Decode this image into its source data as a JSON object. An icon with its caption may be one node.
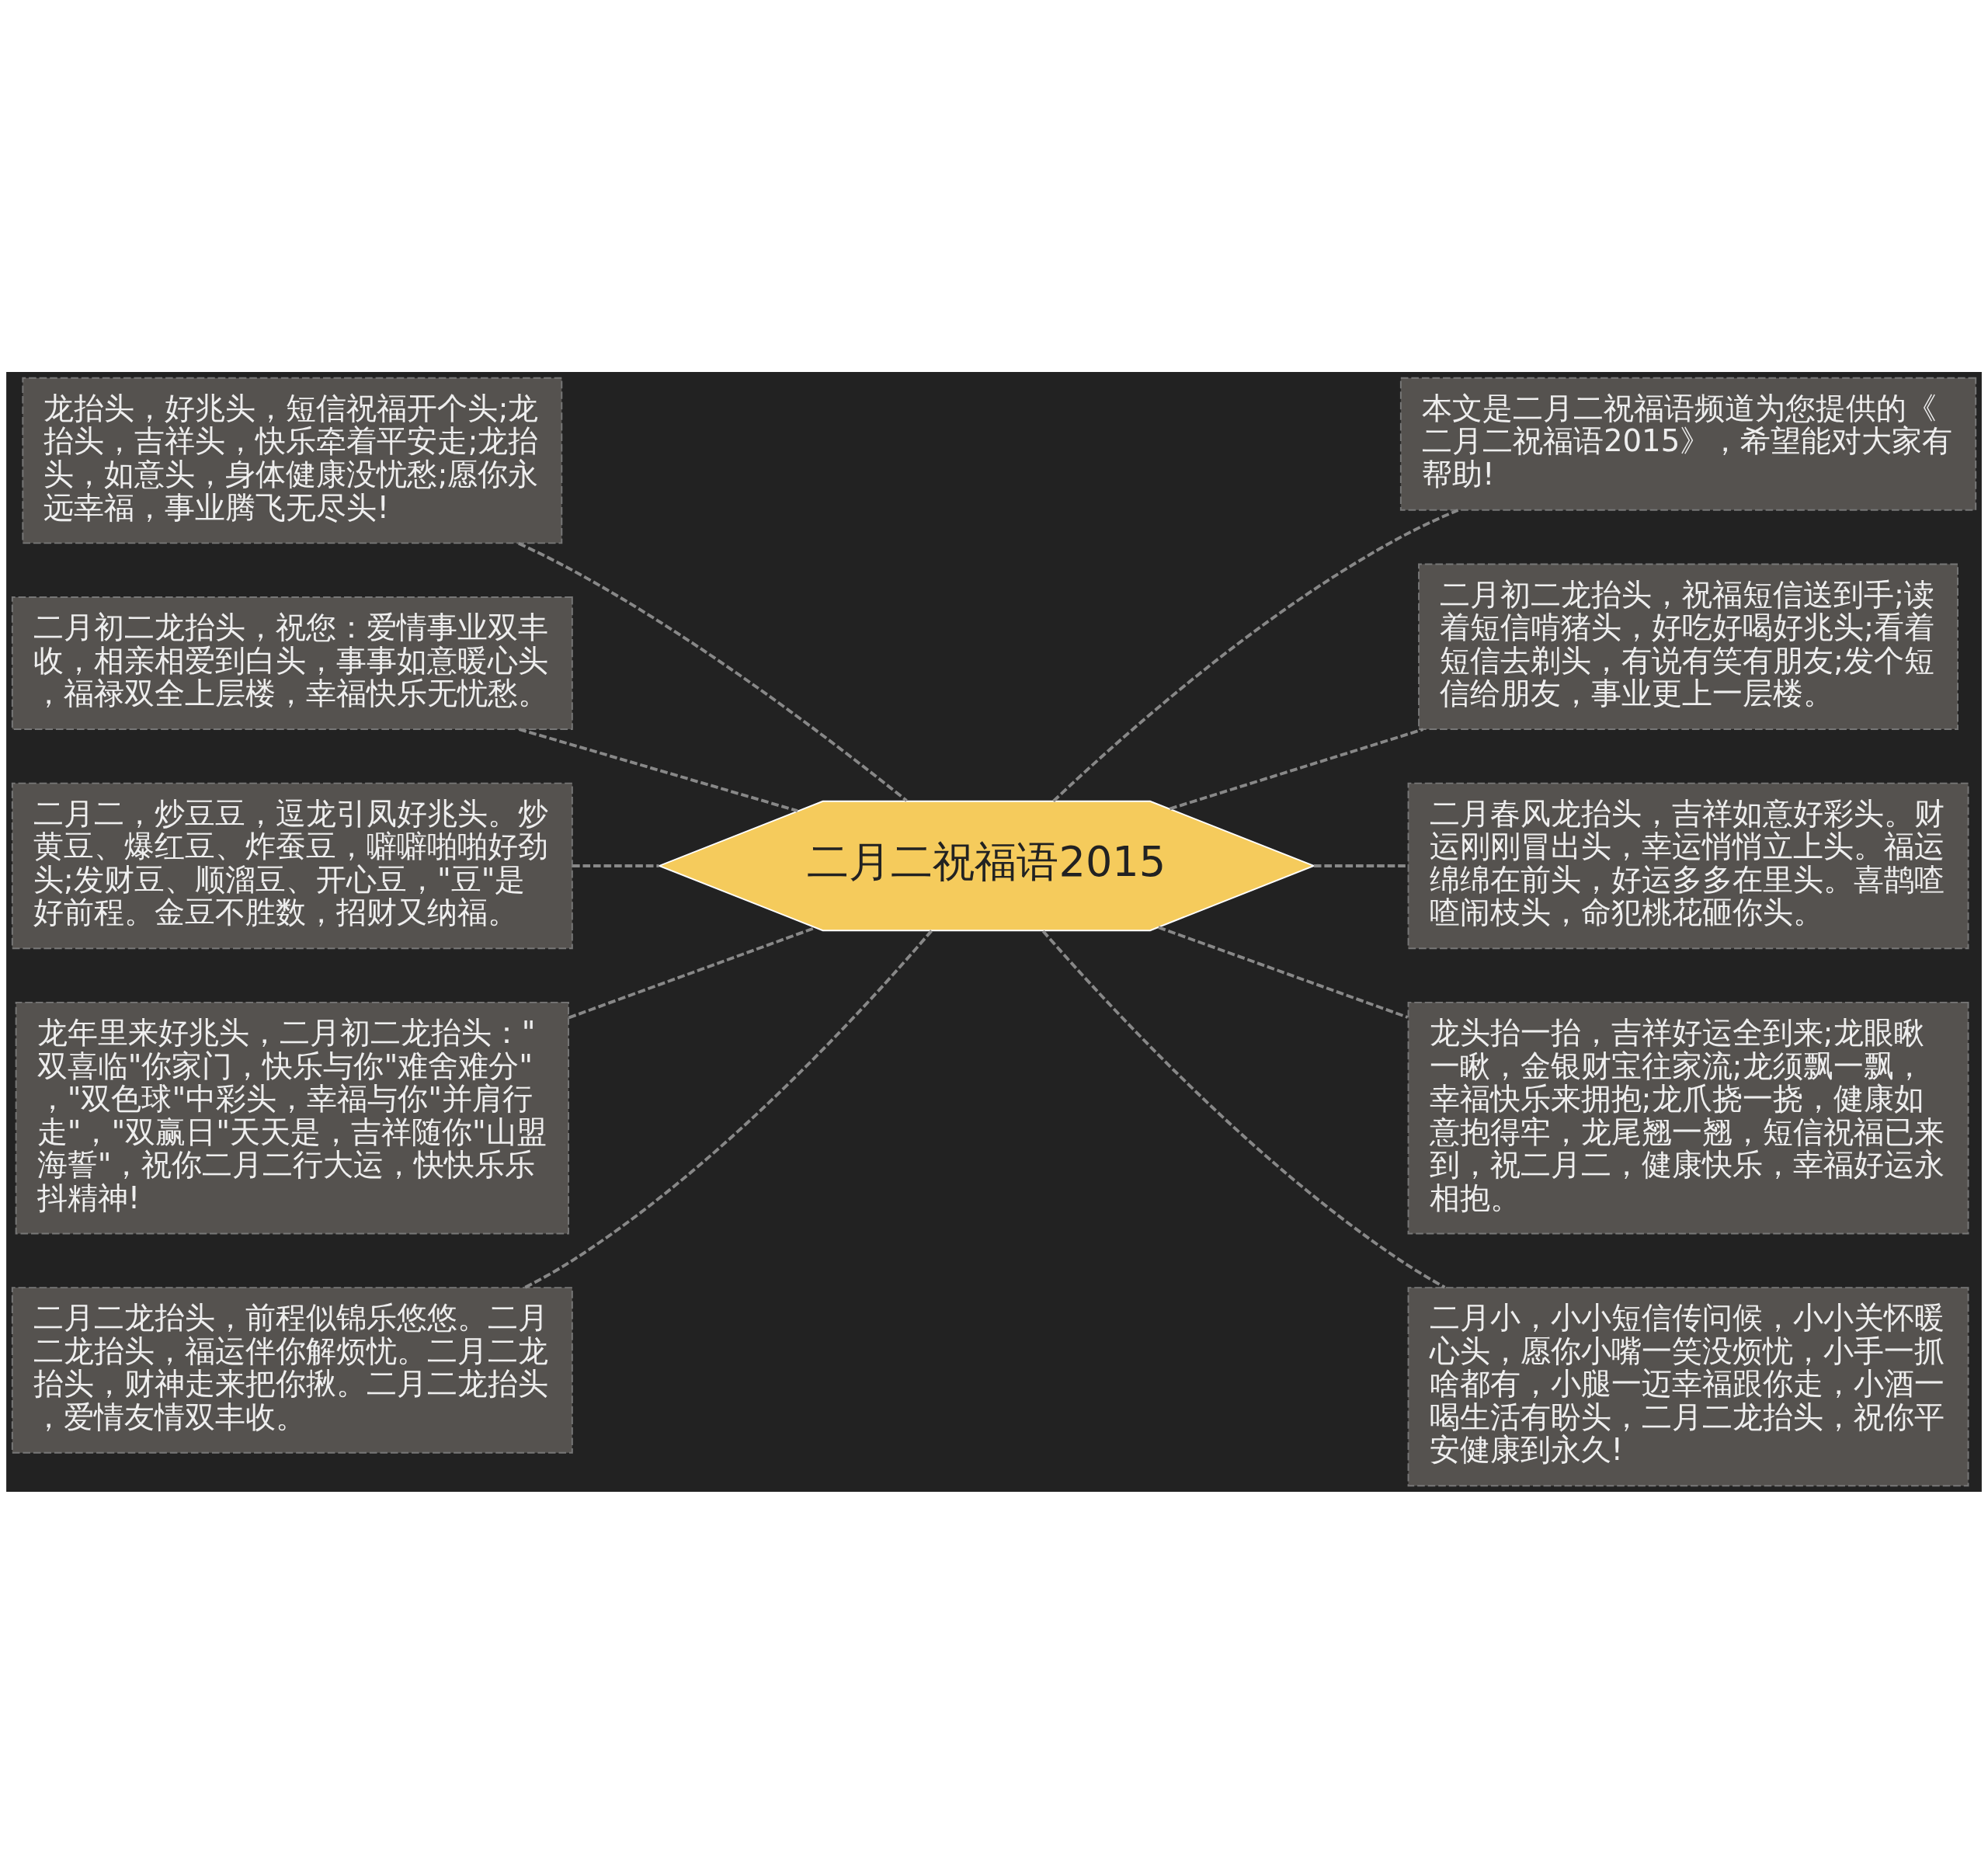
{
  "diagram": {
    "nodes": [
      {
        "text": [
          "二月二祝福语2015"
        ]
      },
      {
        "text": [
          "龙抬头，好兆头，短信祝福开个头;龙抬头，吉祥头，快乐牵着平安走;龙抬头，如意头，身体健康没忧愁;愿你永远幸福，事业腾飞无尽头!"
        ]
      },
      {
        "text": [
          "二月初二龙抬头，祝您：爱情事业双丰收，相亲相爱到白头，事事如意暖心头，福禄双全上层楼，幸福快乐无忧愁。"
        ]
      },
      {
        "text": [
          "二月二，炒豆豆，逗龙引凤好兆头。炒黄豆、爆红豆、炸蚕豆，噼噼啪啪好劲头;发财豆、顺溜豆、开心豆，\"豆\"是好前程。金豆不胜数，招财又纳福。"
        ]
      },
      {
        "text": [
          "龙年里来好兆头，二月初二龙抬头：\"双喜临\"你家门，快乐与你\"难舍难分\"，\"双色球\"中彩头，幸福与你\"并肩行走\"，\"双赢日\"天天是，吉祥随你\"山盟海誓\"，祝你二月二行大运，快快乐乐抖精神!"
        ]
      },
      {
        "text": [
          "二月二龙抬头，前程似锦乐悠悠。二月二龙抬头，福运伴你解烦忧。二月二龙抬头，财神走来把你揪。二月二龙抬头，爱情友情双丰收。"
        ]
      },
      {
        "text": [
          "本文是二月二祝福语频道为您提供的《二月二祝福语2015》，希望能对大家有帮助!"
        ]
      },
      {
        "text": [
          "二月初二龙抬头，祝福短信送到手;读着短信啃猪头，好吃好喝好兆头;看着短信去剃头，有说有笑有朋友;发个短信给朋友，事业更上一层楼。"
        ]
      },
      {
        "text": [
          "二月春风龙抬头，吉祥如意好彩头。财运刚刚冒出头，幸运悄悄立上头。福运绵绵在前头，好运多多在里头。喜鹊喳喳闹枝头，命犯桃花砸你头。"
        ]
      },
      {
        "text": [
          "龙头抬一抬，吉祥好运全到来;龙眼瞅一瞅，金银财宝往家流;龙须飘一飘，幸福快乐来拥抱;龙爪挠一挠，健康如意抱得牢，龙尾翘一翘，短信祝福已来到，祝二月二，健康快乐，幸福好运永相抱。"
        ]
      },
      {
        "text": [
          "二月小，小小短信传问候，小小关怀暖心头，愿你小嘴一笑没烦忧，小手一抓啥都有，小腿一迈幸福跟你走，小酒一喝生活有盼头，二月二龙抬头，祝你平安健康到永久!"
        ]
      }
    ],
    "edges": [
      {
        "from": 0,
        "to": 1,
        "arrow": "none",
        "style": "dashed"
      },
      {
        "from": 0,
        "to": 2,
        "arrow": "none",
        "style": "dashed"
      },
      {
        "from": 0,
        "to": 3,
        "arrow": "none",
        "style": "dashed"
      },
      {
        "from": 0,
        "to": 4,
        "arrow": "none",
        "style": "dashed"
      },
      {
        "from": 0,
        "to": 5,
        "arrow": "none",
        "style": "dashed"
      },
      {
        "from": 0,
        "to": 6,
        "arrow": "none",
        "style": "dashed"
      },
      {
        "from": 0,
        "to": 7,
        "arrow": "none",
        "style": "dashed"
      },
      {
        "from": 0,
        "to": 8,
        "arrow": "none",
        "style": "dashed"
      },
      {
        "from": 0,
        "to": 9,
        "arrow": "none",
        "style": "dashed"
      },
      {
        "from": 0,
        "to": 10,
        "arrow": "none",
        "style": "dashed"
      }
    ]
  }
}
